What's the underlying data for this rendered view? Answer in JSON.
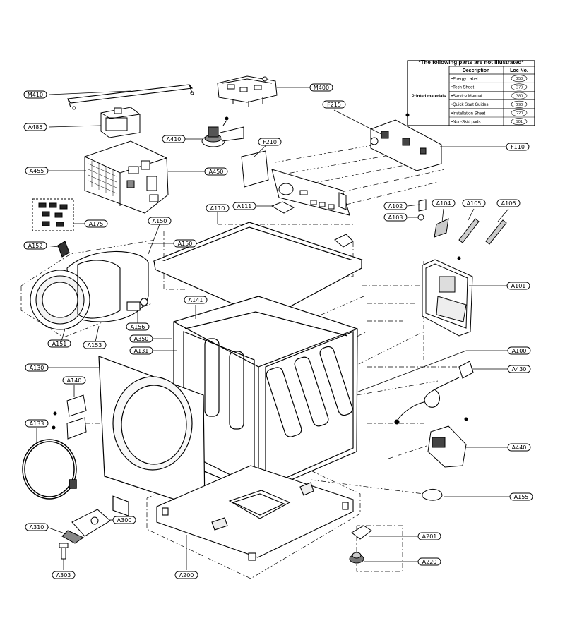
{
  "labels": {
    "M410": "M410",
    "M400": "M400",
    "A485": "A485",
    "A410": "A410",
    "A455": "A455",
    "A450": "A450",
    "F215": "F215",
    "F210": "F210",
    "F110": "F110",
    "A175": "A175",
    "A110": "A110",
    "A111": "A111",
    "A102": "A102",
    "A103": "A103",
    "A104": "A104",
    "A105": "A105",
    "A106": "A106",
    "A150a": "A150",
    "A150b": "A150",
    "A152": "A152",
    "A101": "A101",
    "A141": "A141",
    "A151": "A151",
    "A153": "A153",
    "A156": "A156",
    "A350": "A350",
    "A131": "A131",
    "A100": "A100",
    "A130": "A130",
    "A430": "A430",
    "A140": "A140",
    "A133": "A133",
    "A440": "A440",
    "A155": "A155",
    "A310": "A310",
    "A300": "A300",
    "A201": "A201",
    "A220": "A220",
    "A200": "A200",
    "A303": "A303"
  },
  "not_illustrated_table": {
    "title": "*The following parts are not illustrated*",
    "header_description": "Description",
    "header_loc": "Loc No.",
    "group_label": "Printed materials",
    "rows": [
      {
        "description": "•Energy Label",
        "loc": "G50"
      },
      {
        "description": "•Tech Sheet",
        "loc": "G70"
      },
      {
        "description": "•Service Manual",
        "loc": "G80"
      },
      {
        "description": "•Quick Start Guides",
        "loc": "G90"
      },
      {
        "description": "•Installation Sheet",
        "loc": "G20"
      },
      {
        "description": "•Non-Skid pads",
        "loc": "S01"
      }
    ]
  }
}
